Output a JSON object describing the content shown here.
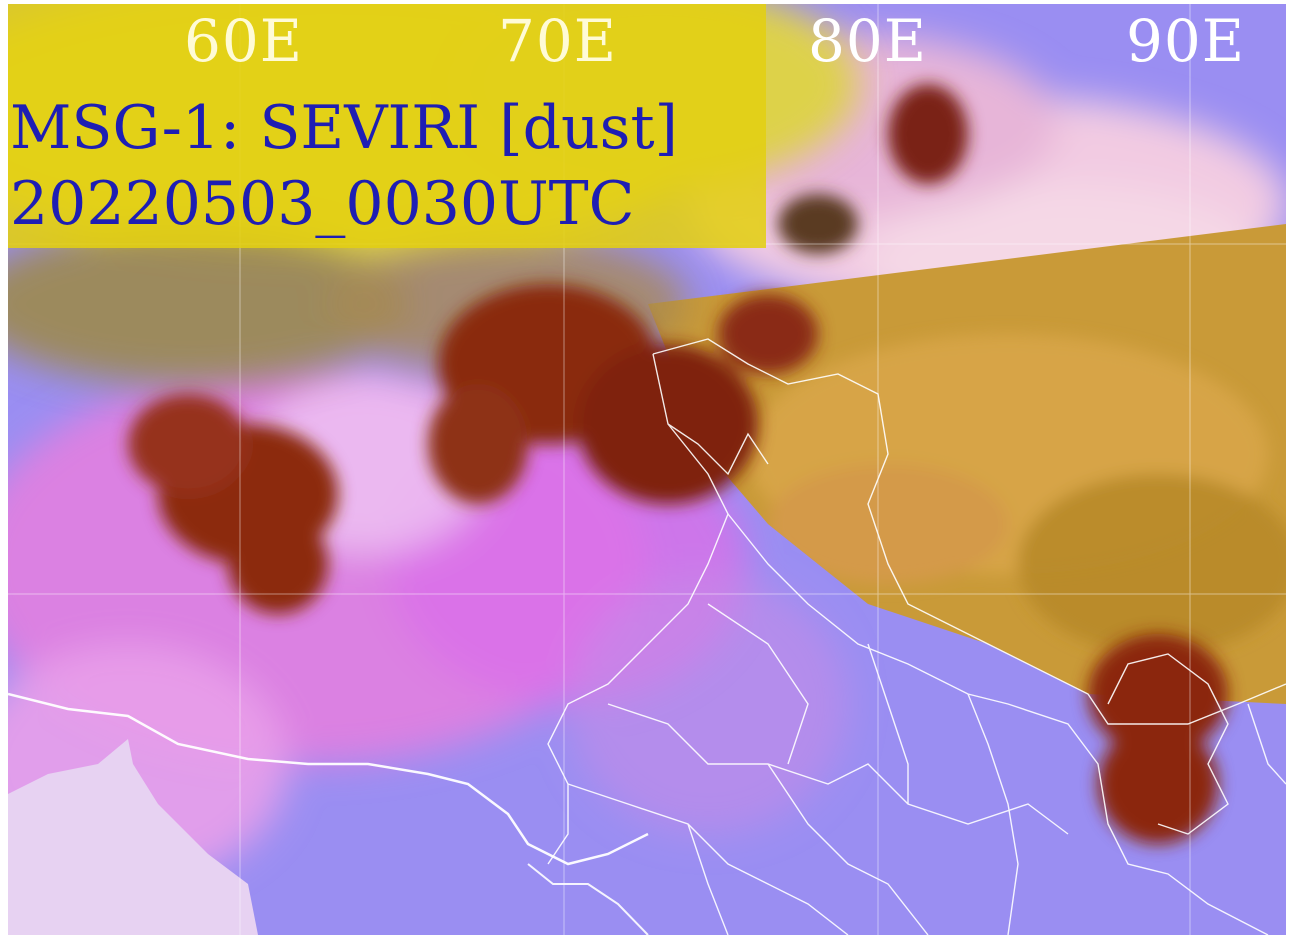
{
  "map": {
    "longitude_labels": [
      "60E",
      "70E",
      "80E",
      "90E"
    ],
    "title_sensor": "MSG-1: SEVIRI [dust]",
    "title_time": "20220503_0030UTC"
  },
  "colors": {
    "title_text": "#1e1eb4",
    "title_panel": "#e6cf10",
    "clear_sky_ocean": "#9c8cf0",
    "dust_pink": "#e890e0",
    "thick_cloud": "#8a2a12",
    "desert_land": "#c9902a",
    "grid_lines": "#ffffff",
    "boundaries": "#ffffff"
  }
}
